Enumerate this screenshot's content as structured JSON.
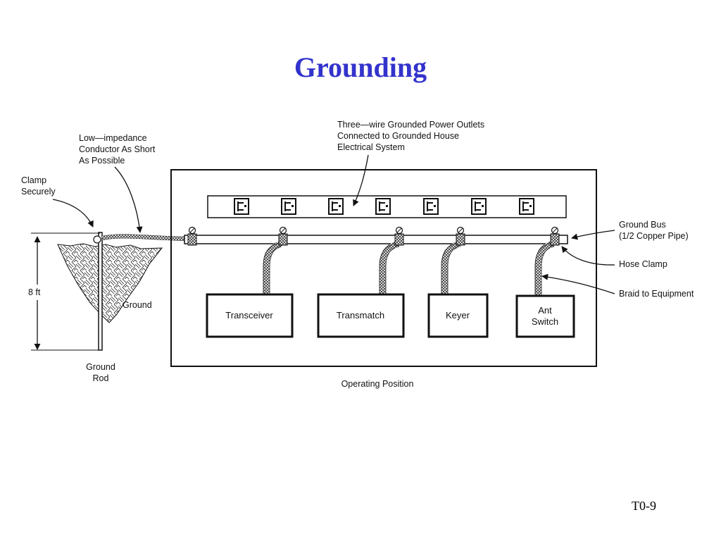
{
  "title": "Grounding",
  "colors": {
    "title": "#3333cc",
    "line": "#111111"
  },
  "labels": {
    "low_impedance": [
      "Low—impedance",
      "Conductor As Short",
      "As Possible"
    ],
    "clamp_securely": [
      "Clamp",
      "Securely"
    ],
    "outlets": [
      "Three—wire Grounded Power Outlets",
      "Connected to Grounded House",
      "Electrical System"
    ],
    "ground_bus": [
      "Ground Bus",
      "(1/2 Copper Pipe)"
    ],
    "hose_clamp": "Hose Clamp",
    "braid": "Braid to Equipment",
    "height": "8 ft",
    "ground": "Ground",
    "ground_rod": [
      "Ground",
      "Rod"
    ],
    "operating_position": "Operating Position"
  },
  "equipment": [
    {
      "label": [
        "Transceiver"
      ]
    },
    {
      "label": [
        "Transmatch"
      ]
    },
    {
      "label": [
        "Keyer"
      ]
    },
    {
      "label": [
        "Ant",
        "Switch"
      ]
    }
  ],
  "outlet_count": 7,
  "icons": [
    "outlet-icon",
    "hose-clamp-icon",
    "ground-hatch-icon"
  ],
  "slide_number": "T0-9"
}
